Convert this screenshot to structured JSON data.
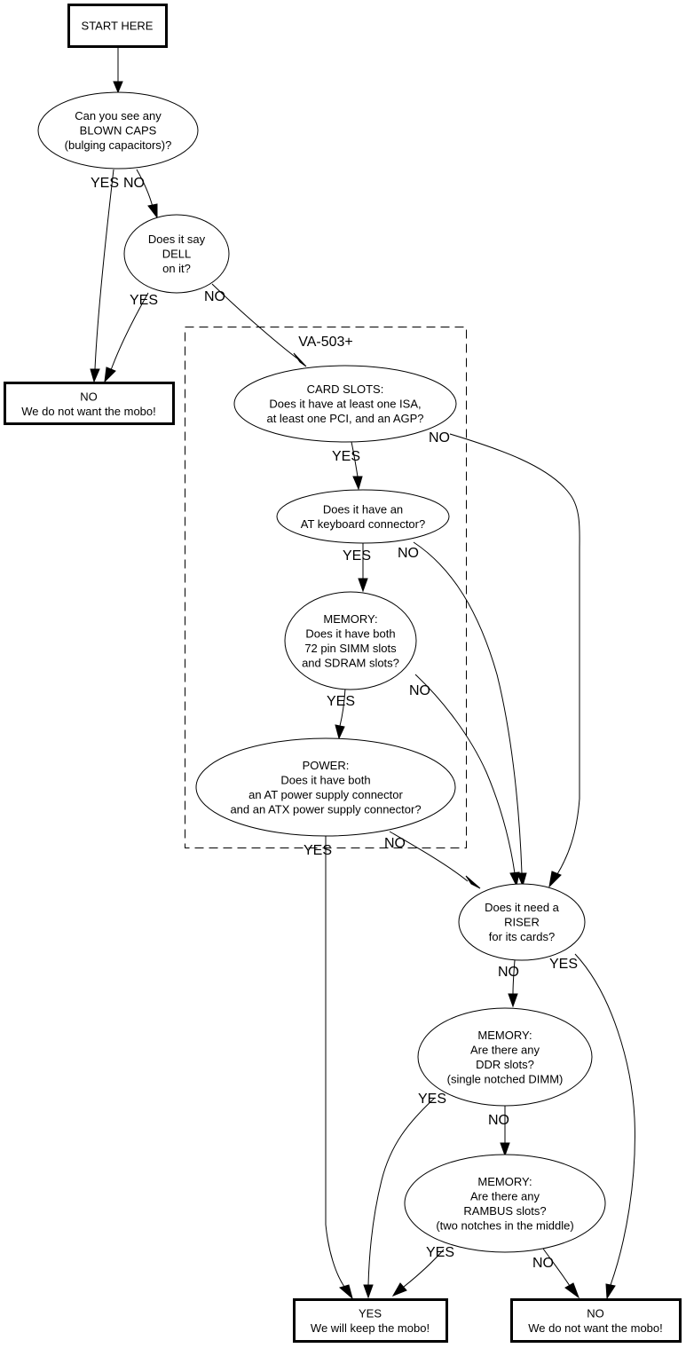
{
  "diagram": {
    "type": "flowchart",
    "title": "Motherboard triage flowchart",
    "cluster": {
      "label": "VA-503+"
    },
    "nodes": {
      "start": {
        "shape": "box",
        "lines": [
          "START HERE"
        ]
      },
      "blown_caps": {
        "shape": "ellipse",
        "lines": [
          "Can you see any",
          "BLOWN CAPS",
          "(bulging capacitors)?"
        ]
      },
      "dell": {
        "shape": "ellipse",
        "lines": [
          "Does it say",
          "DELL",
          "on it?"
        ]
      },
      "reject_top": {
        "shape": "box",
        "lines": [
          "NO",
          "We do not want the mobo!"
        ]
      },
      "card_slots": {
        "shape": "ellipse",
        "lines": [
          "CARD SLOTS:",
          "Does it have at least one ISA,",
          "at least one PCI, and an AGP?"
        ]
      },
      "at_keyboard": {
        "shape": "ellipse",
        "lines": [
          "Does it have an",
          "AT keyboard connector?"
        ]
      },
      "memory_simm": {
        "shape": "ellipse",
        "lines": [
          "MEMORY:",
          "Does it have both",
          "72 pin SIMM slots",
          "and SDRAM slots?"
        ]
      },
      "power": {
        "shape": "ellipse",
        "lines": [
          "POWER:",
          "Does it have both",
          "an AT power supply connector",
          "and an ATX power supply connector?"
        ]
      },
      "riser": {
        "shape": "ellipse",
        "lines": [
          "Does it need a",
          "RISER",
          "for its cards?"
        ]
      },
      "memory_ddr": {
        "shape": "ellipse",
        "lines": [
          "MEMORY:",
          "Are there any",
          "DDR slots?",
          "(single notched DIMM)"
        ]
      },
      "memory_rambus": {
        "shape": "ellipse",
        "lines": [
          "MEMORY:",
          "Are there any",
          "RAMBUS slots?",
          "(two notches in the middle)"
        ]
      },
      "keep": {
        "shape": "box",
        "lines": [
          "YES",
          "We will keep the mobo!"
        ]
      },
      "reject_bottom": {
        "shape": "box",
        "lines": [
          "NO",
          "We do not want the mobo!"
        ]
      }
    },
    "edges": [
      {
        "from": "start",
        "to": "blown_caps",
        "label": ""
      },
      {
        "from": "blown_caps",
        "to": "reject_top",
        "label": "YES"
      },
      {
        "from": "blown_caps",
        "to": "dell",
        "label": "NO"
      },
      {
        "from": "dell",
        "to": "reject_top",
        "label": "YES"
      },
      {
        "from": "dell",
        "to": "card_slots",
        "label": "NO"
      },
      {
        "from": "card_slots",
        "to": "at_keyboard",
        "label": "YES"
      },
      {
        "from": "card_slots",
        "to": "riser",
        "label": "NO"
      },
      {
        "from": "at_keyboard",
        "to": "memory_simm",
        "label": "YES"
      },
      {
        "from": "at_keyboard",
        "to": "riser",
        "label": "NO"
      },
      {
        "from": "memory_simm",
        "to": "power",
        "label": "YES"
      },
      {
        "from": "memory_simm",
        "to": "riser",
        "label": "NO"
      },
      {
        "from": "power",
        "to": "keep",
        "label": "YES"
      },
      {
        "from": "power",
        "to": "riser",
        "label": "NO"
      },
      {
        "from": "riser",
        "to": "memory_ddr",
        "label": "NO"
      },
      {
        "from": "riser",
        "to": "reject_bottom",
        "label": "YES"
      },
      {
        "from": "memory_ddr",
        "to": "keep",
        "label": "YES"
      },
      {
        "from": "memory_ddr",
        "to": "memory_rambus",
        "label": "NO"
      },
      {
        "from": "memory_rambus",
        "to": "keep",
        "label": "YES"
      },
      {
        "from": "memory_rambus",
        "to": "reject_bottom",
        "label": "NO"
      }
    ]
  }
}
